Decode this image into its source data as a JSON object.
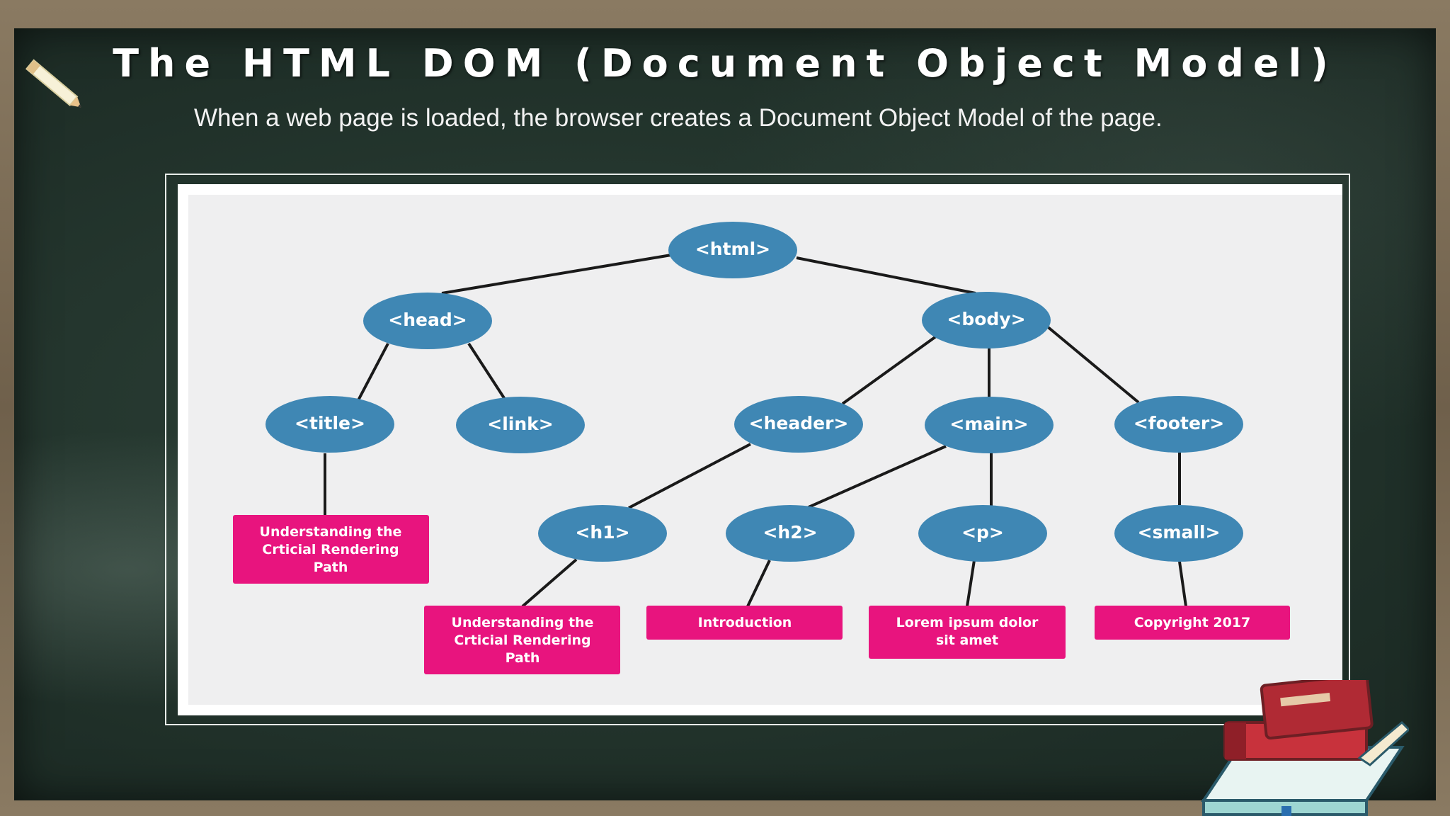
{
  "slide": {
    "title": "The HTML DOM (Document Object Model)",
    "subtitle": "When a web page is loaded, the browser creates a Document Object Model of the page."
  },
  "colors": {
    "node_fill": "#3f87b4",
    "leaf_fill": "#e8147e",
    "edge": "#1a1a1a",
    "board": "#233630"
  },
  "diagram": {
    "nodes": {
      "html": "<html>",
      "head": "<head>",
      "body": "<body>",
      "title": "<title>",
      "link": "<link>",
      "header": "<header>",
      "main": "<main>",
      "footer": "<footer>",
      "h1": "<h1>",
      "h2": "<h2>",
      "p": "<p>",
      "small": "<small>"
    },
    "leaves": {
      "title_text": [
        "Understanding the",
        "Crticial Rendering",
        "Path"
      ],
      "h1_text": [
        "Understanding the",
        "Crticial Rendering",
        "Path"
      ],
      "h2_text": [
        "Introduction"
      ],
      "p_text": [
        "Lorem ipsum dolor",
        "sit amet"
      ],
      "small_text": [
        "Copyright 2017"
      ]
    },
    "edges": [
      [
        "html",
        "head"
      ],
      [
        "html",
        "body"
      ],
      [
        "head",
        "title"
      ],
      [
        "head",
        "link"
      ],
      [
        "body",
        "header"
      ],
      [
        "body",
        "main"
      ],
      [
        "body",
        "footer"
      ],
      [
        "header",
        "h1"
      ],
      [
        "main",
        "h2"
      ],
      [
        "main",
        "p"
      ],
      [
        "footer",
        "small"
      ],
      [
        "title",
        "title_text"
      ],
      [
        "h1",
        "h1_text"
      ],
      [
        "h2",
        "h2_text"
      ],
      [
        "p",
        "p_text"
      ],
      [
        "small",
        "small_text"
      ]
    ]
  },
  "icons": {
    "pencil": "pencil-icon",
    "books": "books-icon"
  }
}
